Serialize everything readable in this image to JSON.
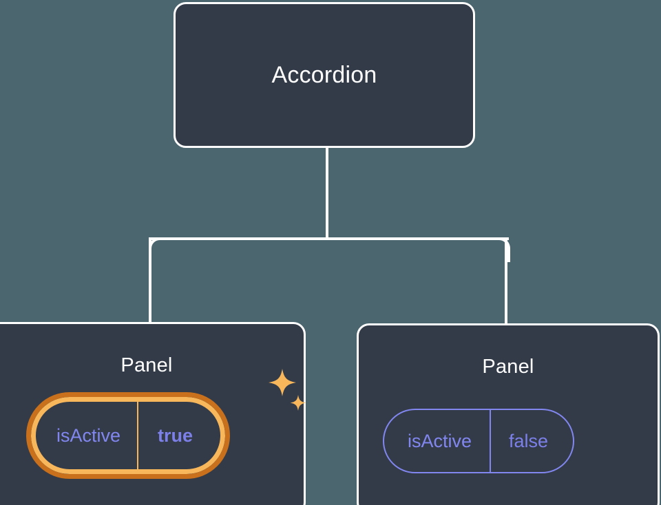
{
  "canvas": {
    "background_color": "#4c6670",
    "card_fill_color": "#333b49",
    "card_border_color": "#ffffff",
    "connector_color": "#ffffff"
  },
  "tree": {
    "root": {
      "label": "Accordion"
    },
    "children": [
      {
        "label": "Panel",
        "highlighted": true,
        "prop": {
          "key": "isActive",
          "value": "true",
          "value_bold": true,
          "key_color": "#8287f0",
          "value_color": "#7c80e8",
          "ring_outer_color": "#c8701b",
          "ring_inner_color": "#f8b75a",
          "divider_color": "#f8b75a"
        },
        "sparkle": {
          "icon": "sparkles-icon",
          "color": "#f8b75a"
        }
      },
      {
        "label": "Panel",
        "highlighted": false,
        "prop": {
          "key": "isActive",
          "value": "false",
          "value_bold": false,
          "key_color": "#8287f0",
          "value_color": "#8287f0",
          "border_color": "#8287f0",
          "divider_color": "#8287f0"
        }
      }
    ]
  }
}
